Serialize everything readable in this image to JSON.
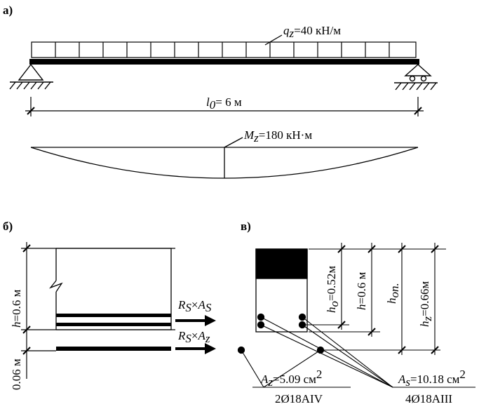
{
  "panels": {
    "a": {
      "letter": "а)"
    },
    "b": {
      "letter": "б)"
    },
    "v": {
      "letter": "в)"
    }
  },
  "load": {
    "sym": "q",
    "sub": "z",
    "value": "=40 кН/м"
  },
  "span": {
    "sym": "l",
    "sub": "0",
    "value": "= 6 м"
  },
  "moment": {
    "sym": "M",
    "sub": "z",
    "value": "=180 кН·м"
  },
  "panel_b": {
    "height_sym": "h",
    "height_value": "=0.6 м",
    "gap_value": "0.06 м",
    "force_s": {
      "sym": "R",
      "sub1": "S",
      "times": "×",
      "sym2": "A",
      "sub2": "S"
    },
    "force_z": {
      "sym": "R",
      "sub1": "S",
      "times": "×",
      "sym2": "A",
      "sub2": "z"
    }
  },
  "panel_v": {
    "dims": [
      {
        "sym": "h",
        "sub": "o",
        "value": "=0.52м"
      },
      {
        "sym": "h",
        "sub": "",
        "value": "=0.6 м"
      },
      {
        "sym": "h",
        "sub": "оп.",
        "value": ""
      },
      {
        "sym": "h",
        "sub": "z",
        "value": "=0.66м"
      }
    ],
    "az": {
      "sym": "A",
      "sub": "z",
      "value": "=5.09 см",
      "sup": "2",
      "bars": "2Ø18AIV"
    },
    "as": {
      "sym": "A",
      "sub": "s",
      "value": "=10.18 см",
      "sup": "2",
      "bars": "4Ø18AIII"
    }
  }
}
